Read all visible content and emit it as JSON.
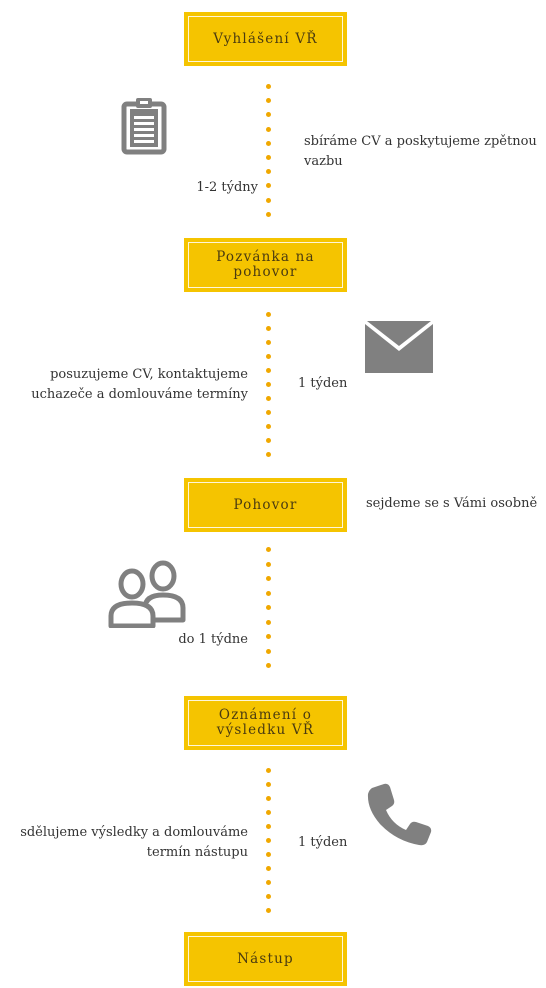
{
  "stages": [
    {
      "label": "Vyhlášení VŘ"
    },
    {
      "label": "Pozvánka na pohovor"
    },
    {
      "label": "Pohovor"
    },
    {
      "label": "Oznámení o výsledku VŘ"
    },
    {
      "label": "Nástup"
    }
  ],
  "steps": [
    {
      "description": "sbíráme CV a poskytujeme zpětnou vazbu",
      "duration": "1-2 týdny",
      "icon": "clipboard-icon"
    },
    {
      "description": "posuzujeme CV, kontaktujeme uchazeče a domlouváme termíny",
      "duration": "1 týden",
      "icon": "envelope-icon"
    },
    {
      "description": "sejdeme se s Vámi osobně",
      "duration": "do 1 týdne",
      "icon": "people-icon"
    },
    {
      "description": "sdělujeme výsledky a domlouváme termín nástupu",
      "duration": "1 týden",
      "icon": "phone-icon"
    }
  ],
  "colors": {
    "accent": "#f5c400",
    "dots": "#f0a800",
    "icon": "#808080"
  }
}
